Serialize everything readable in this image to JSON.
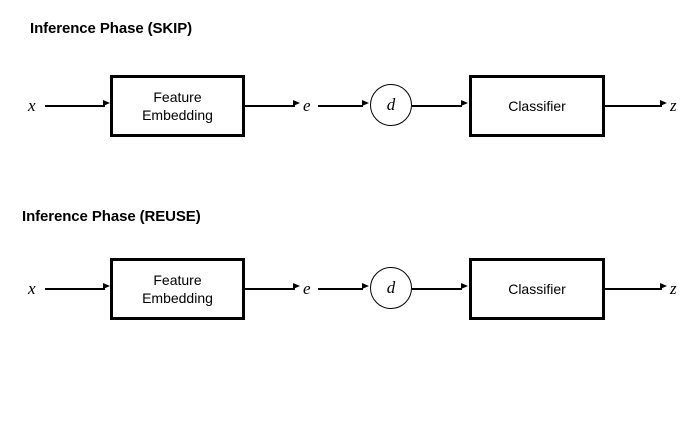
{
  "figure": {
    "background_color": "#ffffff",
    "stroke_color": "#000000"
  },
  "sections": [
    {
      "id": "skip",
      "title": "Inference Phase (SKIP)",
      "input_label": "x",
      "feature_box_line1": "Feature",
      "feature_box_line2": "Embedding",
      "intermediate_label": "e",
      "decision_label": "d",
      "classifier_label": "Classifier",
      "output_label": "z"
    },
    {
      "id": "reuse",
      "title": "Inference Phase (REUSE)",
      "input_label": "x",
      "feature_box_line1": "Feature",
      "feature_box_line2": "Embedding",
      "intermediate_label": "e",
      "decision_label": "d",
      "classifier_label": "Classifier",
      "output_label": "z"
    }
  ]
}
